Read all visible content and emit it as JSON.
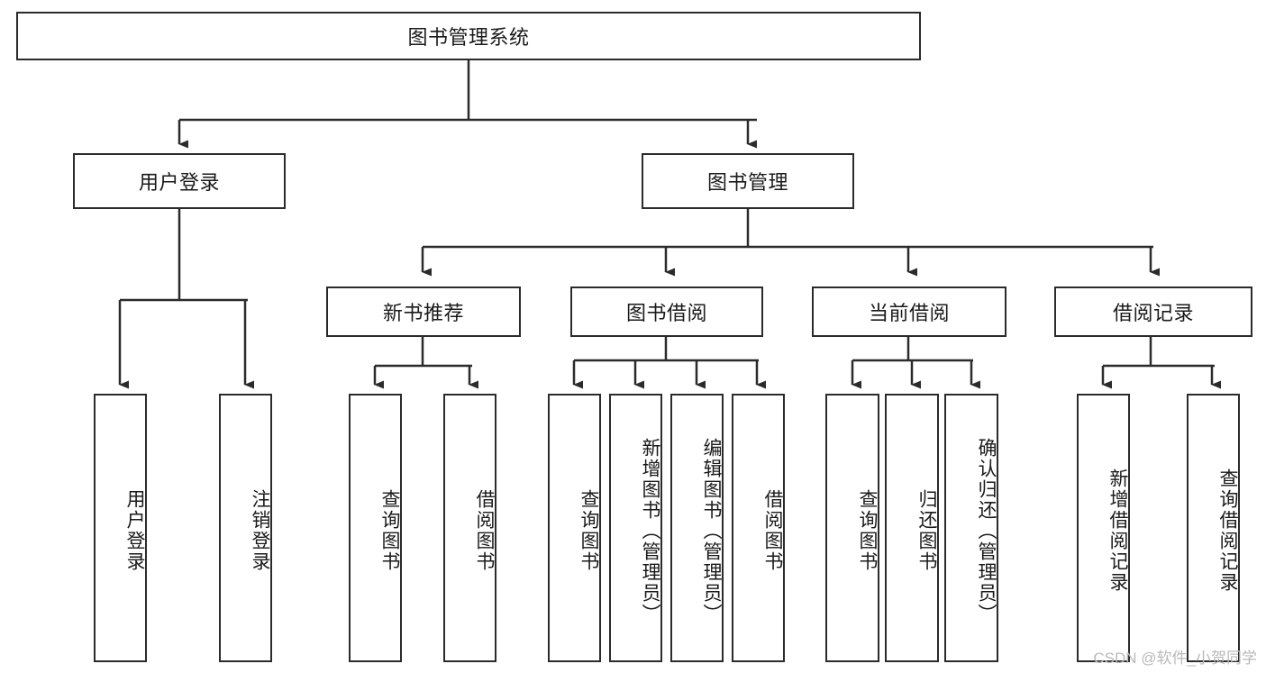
{
  "diagram": {
    "title": "图书管理系统",
    "type": "tree-hierarchy",
    "watermark": "CSDN @软件_小贺同学",
    "colors": {
      "stroke": "#2b2b2b",
      "fill": "#ffffff",
      "text": "#1a1a1a",
      "watermark": "#b9b9b9"
    },
    "root": {
      "label": "图书管理系统"
    },
    "level2": [
      {
        "label": "用户登录"
      },
      {
        "label": "图书管理"
      }
    ],
    "level3": [
      {
        "label": "新书推荐"
      },
      {
        "label": "图书借阅"
      },
      {
        "label": "当前借阅"
      },
      {
        "label": "借阅记录"
      }
    ],
    "leaves": {
      "user_login": [
        {
          "label": "用户登录"
        },
        {
          "label": "注销登录"
        }
      ],
      "new_book": [
        {
          "label": "查询图书"
        },
        {
          "label": "借阅图书"
        }
      ],
      "borrow": [
        {
          "label": "查询图书"
        },
        {
          "label": "新增图书（管理员）"
        },
        {
          "label": "编辑图书（管理员）"
        },
        {
          "label": "借阅图书"
        }
      ],
      "current": [
        {
          "label": "查询图书"
        },
        {
          "label": "归还图书"
        },
        {
          "label": "确认归还（管理员）"
        }
      ],
      "records": [
        {
          "label": "新增借阅记录"
        },
        {
          "label": "查询借阅记录"
        }
      ]
    }
  }
}
